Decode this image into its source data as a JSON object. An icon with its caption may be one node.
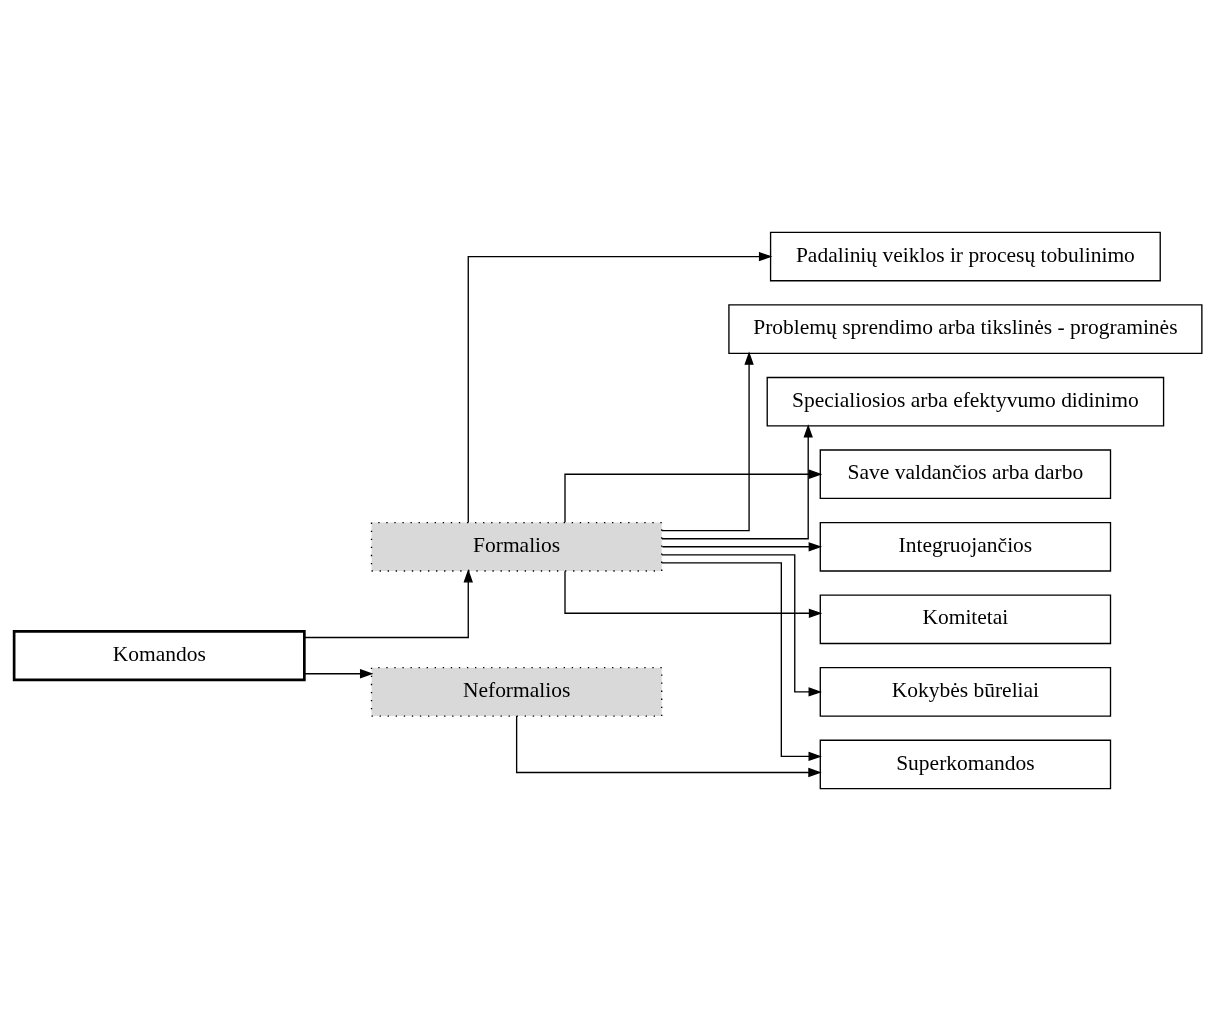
{
  "diagram": {
    "nodes": [
      {
        "text": [
          "Komandos"
        ]
      },
      {
        "text": [
          "Formalios"
        ]
      },
      {
        "text": [
          "Neformalios"
        ]
      },
      {
        "text": [
          "Padalinių veiklos ir procesų tobulinimo"
        ]
      },
      {
        "text": [
          "Problemų sprendimo arba tikslinės - programinės"
        ]
      },
      {
        "text": [
          "Specialiosios arba efektyvumo didinimo"
        ]
      },
      {
        "text": [
          "Save valdančios arba darbo"
        ]
      },
      {
        "text": [
          "Integruojančios"
        ]
      },
      {
        "text": [
          "Komitetai"
        ]
      },
      {
        "text": [
          "Kokybės būreliai"
        ]
      },
      {
        "text": [
          "Superkomandos"
        ]
      }
    ],
    "edges": [
      {
        "from": 0,
        "to": 1,
        "arrow": "to"
      },
      {
        "from": 0,
        "to": 2,
        "arrow": "to"
      },
      {
        "from": 1,
        "to": 3,
        "arrow": "to"
      },
      {
        "from": 1,
        "to": 4,
        "arrow": "to"
      },
      {
        "from": 1,
        "to": 5,
        "arrow": "to"
      },
      {
        "from": 1,
        "to": 6,
        "arrow": "to"
      },
      {
        "from": 1,
        "to": 7,
        "arrow": "to"
      },
      {
        "from": 1,
        "to": 8,
        "arrow": "to"
      },
      {
        "from": 1,
        "to": 9,
        "arrow": "to"
      },
      {
        "from": 1,
        "to": 10,
        "arrow": "to"
      },
      {
        "from": 2,
        "to": 10,
        "arrow": "to"
      }
    ]
  }
}
